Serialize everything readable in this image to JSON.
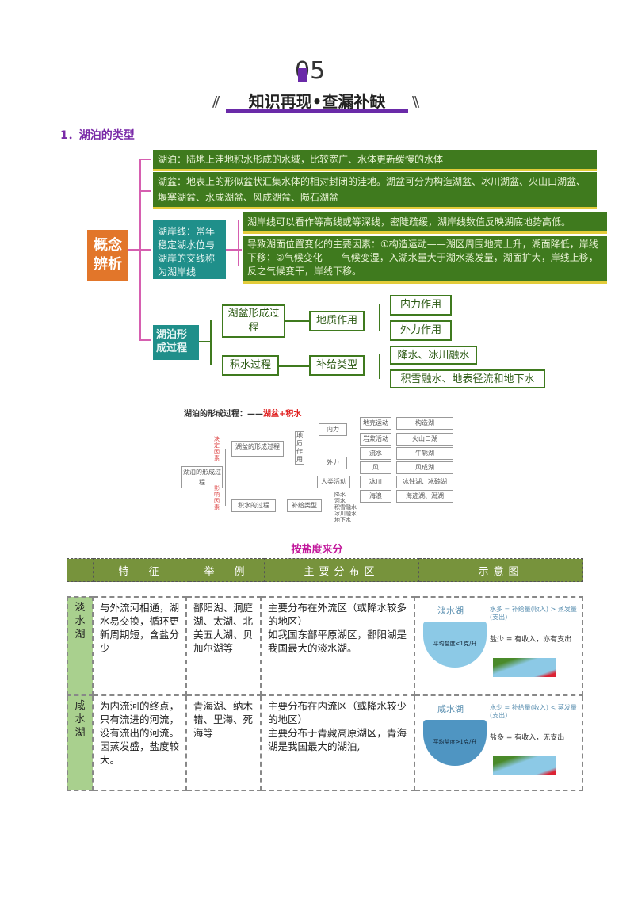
{
  "header": {
    "number": "05",
    "title": "知识再现•查漏补缺"
  },
  "section": {
    "title": "1．湖泊的类型"
  },
  "mindmap": {
    "root1": "概念辨析",
    "lake": "湖泊：陆地上洼地积水形成的水域，比较宽广、水体更新缓慢的水体",
    "basin": "湖盆：地表上的形似盆状汇集水体的相对封闭的洼地。湖盆可分为构造湖盆、冰川湖盆、火山口湖盆、堰塞湖盆、水成湖盆、风成湖盆、陨石湖盆",
    "shoreline": "湖岸线：常年稳定湖水位与湖岸的交线称为湖岸线",
    "shore1": "湖岸线可以看作等高线或等深线，密陡疏缓，湖岸线数值反映湖底地势高低。",
    "shore2": "导致湖面位置变化的主要因素：①构造运动——湖区周围地壳上升，湖面降低，岸线下移；②气候变化——气候变湿，入湖水量大于湖水蒸发量，湖面扩大，岸线上移，反之气候变干，岸线下移。",
    "root2": "湖泊形成过程",
    "basin_proc": "湖盆形成过程",
    "geo": "地质作用",
    "inner": "内力作用",
    "outer": "外力作用",
    "water_proc": "积水过程",
    "supply": "补给类型",
    "s1": "降水、冰川融水",
    "s2": "积雪融水、地表径流和地下水"
  },
  "diagram": {
    "title": "湖泊的形成过程：——",
    "title_red": "湖盆+积水",
    "root": "湖泊的形成过程",
    "side1": "决定因素",
    "side2": "影响因素",
    "basin": "湖盆的形成过程",
    "geo": "地质作用",
    "inner": "内力",
    "outer": "外力",
    "human": "人类活动",
    "rows": [
      [
        "地壳运动",
        "构造湖"
      ],
      [
        "岩浆活动",
        "火山口湖"
      ],
      [
        "流水",
        "牛轭湖"
      ],
      [
        "风",
        "风成湖"
      ],
      [
        "冰川",
        "冰蚀湖、冰碛湖"
      ],
      [
        "海浪",
        "海迹湖、潟湖"
      ]
    ],
    "water": "积水的过程",
    "supply": "补给类型",
    "supplies": [
      "降水",
      "河水",
      "积雪融水",
      "冰川融水",
      "地下水"
    ]
  },
  "table": {
    "caption": "按盐度来分",
    "headers": [
      "特　征",
      "举　例",
      "主要分布区",
      "示意图"
    ],
    "rows": [
      {
        "label": "淡水湖",
        "feature": "与外流河相通，湖水易交换，循环更新周期短，含盐分少",
        "examples": "鄱阳湖、洞庭湖、太湖、北美五大湖、贝加尔湖等",
        "distribution": "主要分布在外流区（或降水较多的地区）\n如我国东部平原湖区，鄱阳湖是我国最大的淡水湖。",
        "pic_title": "淡水湖",
        "pic_salinity": "平均盐度<1克/升",
        "pic_eq1": "水多 = 补给量(收入) > 蒸发量(支出)",
        "pic_eq2": "盐少 = 有收入，亦有支出",
        "color": "#8cc9e6"
      },
      {
        "label": "咸水湖",
        "feature": "为内流河的终点，只有流进的河流，没有流出的河流。因蒸发盛，盐度较大。",
        "examples": "青海湖、纳木错、里海、死海等",
        "distribution": "主要分布在内流区（或降水较少的地区）\n主要分布于青藏高原湖区，青海湖是我国最大的湖泊,",
        "pic_title": "咸水湖",
        "pic_salinity": "平均盐度>1克/升",
        "pic_eq1": "水少 = 补给量(收入) < 蒸发量(支出)",
        "pic_eq2": "盐多 = 有收入，无支出",
        "color": "#4f95c2"
      }
    ]
  }
}
